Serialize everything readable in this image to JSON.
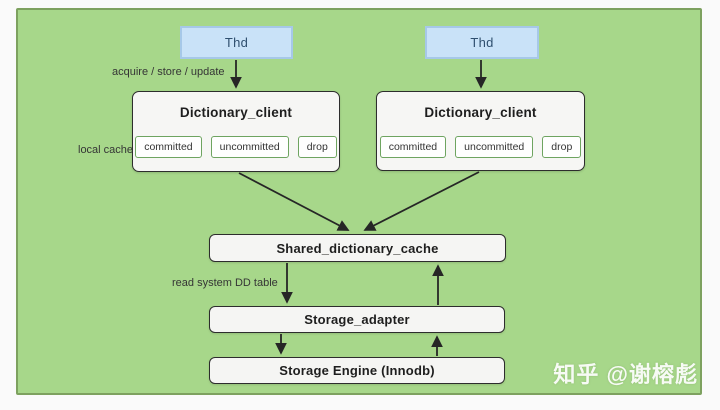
{
  "diagram": {
    "thd_left": {
      "label": "Thd"
    },
    "thd_right": {
      "label": "Thd"
    },
    "dictionary_left": {
      "title": "Dictionary_client",
      "cells": [
        "committed",
        "uncommitted",
        "drop"
      ]
    },
    "dictionary_right": {
      "title": "Dictionary_client",
      "cells": [
        "committed",
        "uncommitted",
        "drop"
      ]
    },
    "shared_cache": {
      "label": "Shared_dictionary_cache"
    },
    "storage_adapter": {
      "label": "Storage_adapter"
    },
    "storage_engine": {
      "label": "Storage Engine (Innodb)"
    },
    "labels": {
      "acquire": "acquire / store / update",
      "local_cache": "local cache",
      "read_dd": "read system DD table"
    }
  },
  "watermark": {
    "text": "知乎 @谢榕彪"
  },
  "colors": {
    "panel_green": "#a7d78a",
    "panel_border": "#7da15f",
    "thd_fill": "#c9e2f8",
    "thd_border": "#a6c8e8",
    "box_fill": "#f6f6f4",
    "box_border": "#2d2d2d",
    "cell_border": "#6ea460",
    "arrow": "#262626"
  }
}
